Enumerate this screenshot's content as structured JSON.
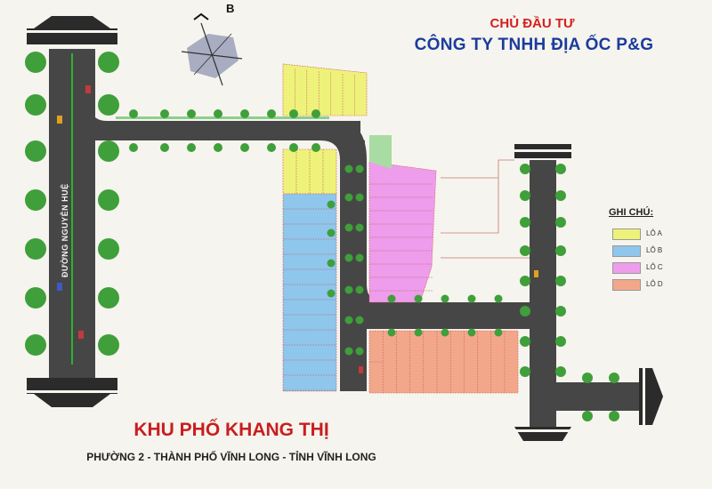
{
  "investor": {
    "label": "CHỦ ĐẦU TƯ",
    "company": "CÔNG TY TNHH ĐỊA ỐC P&G"
  },
  "compass": {
    "north_label": "B"
  },
  "road": {
    "main_name": "ĐƯỜNG NGUYỄN HUỆ"
  },
  "legend": {
    "title": "GHI CHÚ:",
    "items": [
      {
        "label": "LÔ A",
        "color": "#eef27a"
      },
      {
        "label": "LÔ B",
        "color": "#8fc6ec"
      },
      {
        "label": "LÔ C",
        "color": "#ee9ded"
      },
      {
        "label": "LÔ D",
        "color": "#f3a78a"
      }
    ]
  },
  "colors": {
    "road": "#464646",
    "tree": "#3f9f3a",
    "median": "#2bb32b",
    "lot_a": "#eef27a",
    "lot_b": "#8fc6ec",
    "lot_c": "#ee9ded",
    "lot_d": "#f3a78a"
  },
  "area": {
    "title": "KHU PHỐ KHANG THỊ",
    "subtitle": "PHƯỜNG 2 - THÀNH PHỐ VĨNH LONG - TỈNH VĨNH LONG"
  }
}
